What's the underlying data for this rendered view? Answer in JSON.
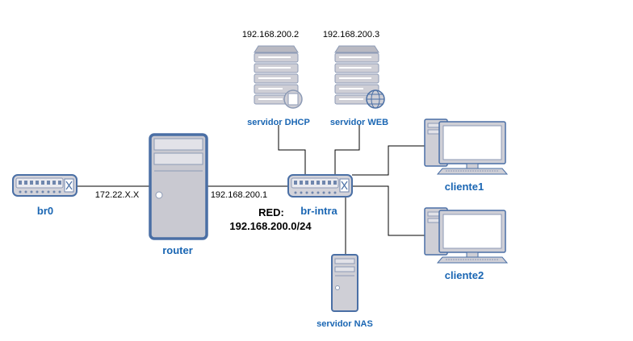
{
  "diagram": {
    "nodes": {
      "br0": {
        "label": "br0",
        "icon": "switch-icon"
      },
      "router": {
        "label": "router",
        "icon": "router-tower-icon"
      },
      "br_intra": {
        "label": "br-intra",
        "icon": "switch-icon"
      },
      "dhcp": {
        "label": "servidor DHCP",
        "ip": "192.168.200.2",
        "icon": "server-rack-icon"
      },
      "web": {
        "label": "servidor WEB",
        "ip": "192.168.200.3",
        "icon": "web-server-globe-icon"
      },
      "nas": {
        "label": "servidor NAS",
        "icon": "nas-tower-icon"
      },
      "cliente1": {
        "label": "cliente1",
        "icon": "desktop-pc-icon"
      },
      "cliente2": {
        "label": "cliente2",
        "icon": "desktop-pc-icon"
      }
    },
    "links": {
      "br0_router": {
        "label": "172.22.X.X"
      },
      "router_brintra": {
        "label": "192.168.200.1"
      }
    },
    "network": {
      "title": "RED:",
      "cidr": "192.168.200.0/24"
    },
    "colors": {
      "label_blue": "#1a66b3",
      "device_outline": "#4a6fa5",
      "device_fill": "#cfcfd6"
    }
  }
}
